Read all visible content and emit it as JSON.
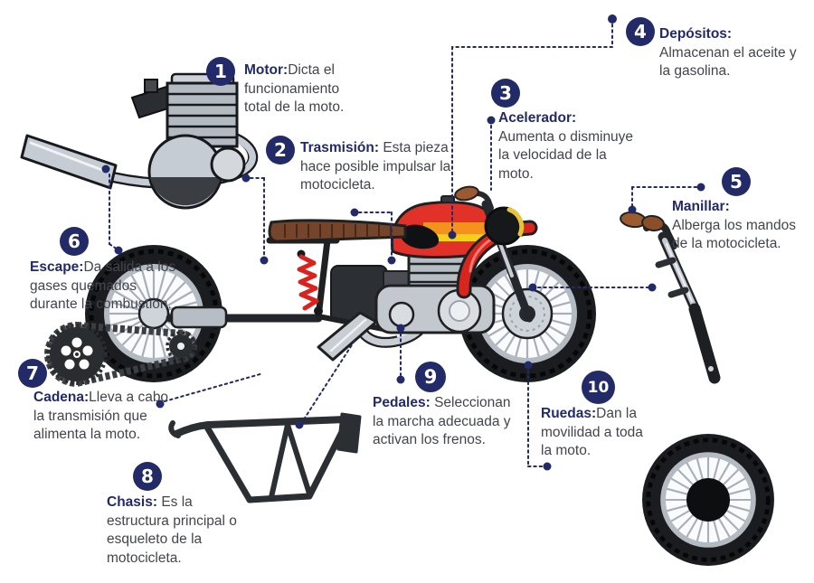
{
  "colors": {
    "accent_navy": "#222a67",
    "body_text": "#42454d",
    "tank_red": "#e23128",
    "tank_orange": "#f5921e",
    "tank_yellow": "#f6cf1b",
    "seat_brown": "#74452a",
    "chrome": "#c9ced5",
    "fender_red": "#d8261f",
    "shock_red": "#d8231e"
  },
  "items": [
    {
      "number": "1",
      "label": "Motor:",
      "description": "Dicta el funcionamiento total de la moto."
    },
    {
      "number": "2",
      "label": "Trasmisión: ",
      "description": "Esta pieza hace posible impulsar la motocicleta."
    },
    {
      "number": "3",
      "label": "Acelerador:",
      "description": "Aumenta o disminuye la velocidad de la moto."
    },
    {
      "number": "4",
      "label": "Depósitos:",
      "description": "Almacenan el aceite y la gasolina."
    },
    {
      "number": "5",
      "label": "Manillar:",
      "description": "Alberga los mandos de la motocicleta."
    },
    {
      "number": "6",
      "label": "Escape:",
      "description": "Da salida a los gases quemados durante la combustión."
    },
    {
      "number": "7",
      "label": "Cadena:",
      "description": "Lleva a cabo la transmisión que alimenta la moto."
    },
    {
      "number": "8",
      "label": "Chasis: ",
      "description": "Es la estructura principal o esqueleto de la motocicleta."
    },
    {
      "number": "9",
      "label": "Pedales: ",
      "description": "Seleccionan la marcha adecuada y activan los frenos."
    },
    {
      "number": "10",
      "label": "Ruedas:",
      "description": "Dan la movilidad a toda la moto."
    }
  ],
  "illustrations": {
    "center": "motorcycle-side-view",
    "top_left": "engine-with-exhaust",
    "left": "drive-chain-sprockets",
    "bottom_left": "chassis-frame",
    "right": "front-fork-handlebar",
    "bottom_right": "spoked-wheel"
  }
}
